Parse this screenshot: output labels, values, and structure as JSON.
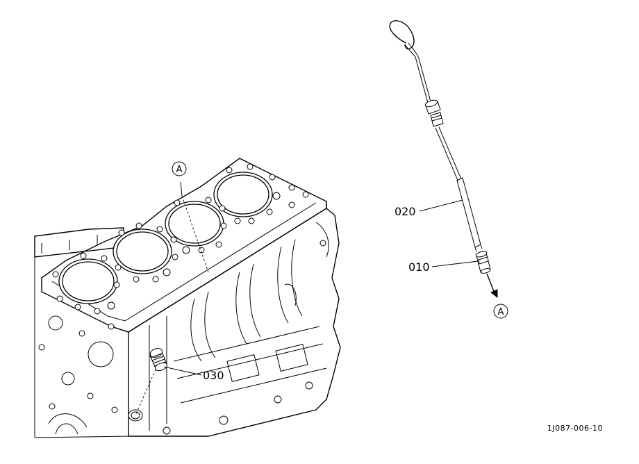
{
  "callouts": {
    "ref_a_block": "A",
    "ref_a_gauge": "A",
    "part_020": "020",
    "part_010": "010",
    "part_030": "030"
  },
  "drawing_code": "1J087-006-10"
}
